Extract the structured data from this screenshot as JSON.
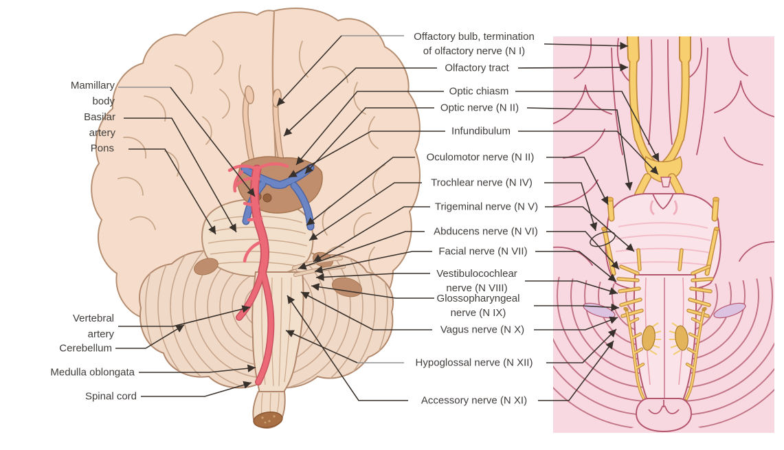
{
  "figure": {
    "description": "Inferior view of the brain with cranial nerves",
    "colors": {
      "artery_red": "#ec6a77",
      "optic_blue": "#6b85c5",
      "nerve_yellow": "#f7cf6f",
      "panel_pink": "#f9d9e1",
      "panel_outline_pink": "#b5566f",
      "brain_beige": "#f6ddcb",
      "brain_outline": "#b58e71",
      "label_text": "#3f3b39",
      "leader_dark": "#38302b",
      "leader_gray": "#8f8f8f"
    }
  },
  "labels": {
    "left": [
      {
        "id": "mamillary-body",
        "text": "Mamillary\nbody"
      },
      {
        "id": "basilar-artery",
        "text": "Basilar\nartery"
      },
      {
        "id": "pons",
        "text": "Pons"
      },
      {
        "id": "vertebral-artery",
        "text": "Vertebral\nartery"
      },
      {
        "id": "cerebellum",
        "text": "Cerebellum"
      },
      {
        "id": "medulla-oblongata",
        "text": "Medulla oblongata"
      },
      {
        "id": "spinal-cord",
        "text": "Spinal cord"
      }
    ],
    "center": [
      {
        "id": "olfactory-bulb",
        "text": "Offactory bulb, termination\nof olfactory nerve (N I)"
      },
      {
        "id": "olfactory-tract",
        "text": "Olfactory tract"
      },
      {
        "id": "optic-chiasm",
        "text": "Optic chiasm"
      },
      {
        "id": "optic-nerve",
        "text": "Optic nerve (N II)"
      },
      {
        "id": "infundibulum",
        "text": "Infundibulum"
      },
      {
        "id": "oculomotor-nerve",
        "text": "Oculomotor nerve (N II)"
      },
      {
        "id": "trochlear-nerve",
        "text": "Trochlear nerve (N IV)"
      },
      {
        "id": "trigeminal-nerve",
        "text": "Trigeminal nerve (N V)"
      },
      {
        "id": "abducens-nerve",
        "text": "Abducens nerve (N VI)"
      },
      {
        "id": "facial-nerve",
        "text": "Facial nerve (N VII)"
      },
      {
        "id": "vestibulocochlear-nerve",
        "text": "Vestibulocochlear\nnerve (N VIII)"
      },
      {
        "id": "glossopharyngeal-nerve",
        "text": "Glossopharyngeal\nnerve (N IX)"
      },
      {
        "id": "vagus-nerve",
        "text": "Vagus nerve (N X)"
      },
      {
        "id": "hypoglossal-nerve",
        "text": "Hypoglossal nerve (N XII)"
      },
      {
        "id": "accessory-nerve",
        "text": "Accessory nerve (N XI)"
      }
    ]
  }
}
